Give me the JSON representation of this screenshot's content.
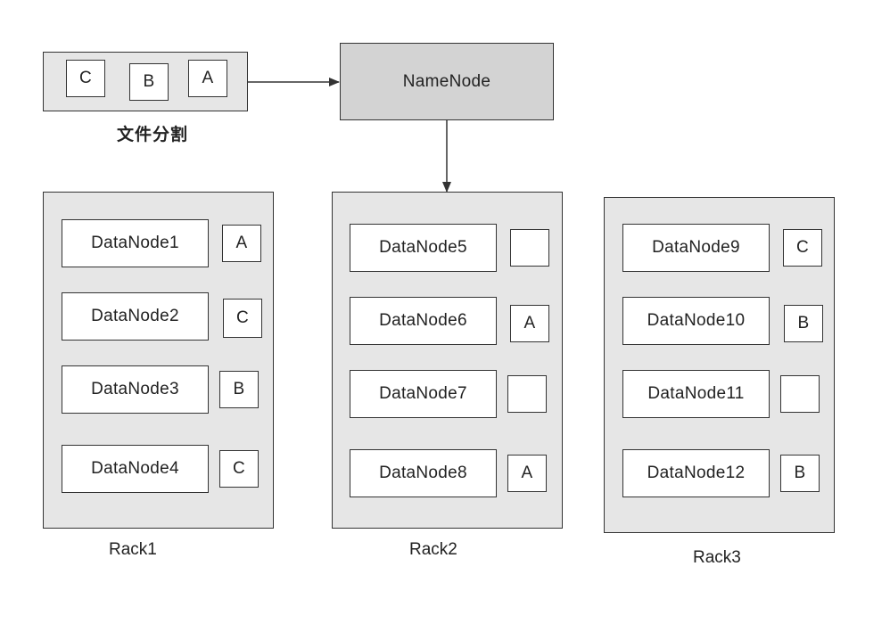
{
  "file_split": {
    "caption": "文件分割",
    "blocks": [
      "C",
      "B",
      "A"
    ]
  },
  "namenode": {
    "label": "NameNode"
  },
  "racks": [
    {
      "label": "Rack1",
      "nodes": [
        {
          "name": "DataNode1",
          "block": "A"
        },
        {
          "name": "DataNode2",
          "block": "C"
        },
        {
          "name": "DataNode3",
          "block": "B"
        },
        {
          "name": "DataNode4",
          "block": "C"
        }
      ]
    },
    {
      "label": "Rack2",
      "nodes": [
        {
          "name": "DataNode5",
          "block": ""
        },
        {
          "name": "DataNode6",
          "block": "A"
        },
        {
          "name": "DataNode7",
          "block": ""
        },
        {
          "name": "DataNode8",
          "block": "A"
        }
      ]
    },
    {
      "label": "Rack3",
      "nodes": [
        {
          "name": "DataNode9",
          "block": "C"
        },
        {
          "name": "DataNode10",
          "block": "B"
        },
        {
          "name": "DataNode11",
          "block": ""
        },
        {
          "name": "DataNode12",
          "block": "B"
        }
      ]
    }
  ],
  "colors": {
    "container_fill": "#e6e6e6",
    "namenode_fill": "#d3d3d3",
    "stroke": "#333333"
  }
}
